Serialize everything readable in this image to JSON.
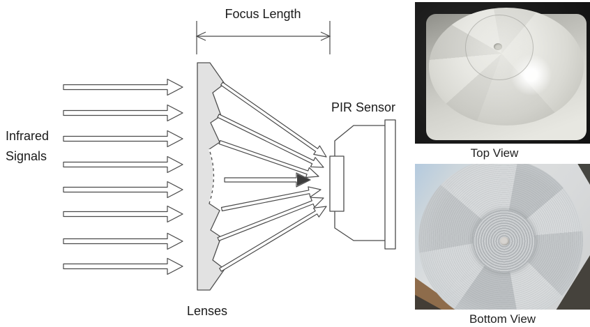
{
  "diagram": {
    "focus_length_label": "Focus Length",
    "infrared_lines": [
      "Infrared",
      "Signals"
    ],
    "pir_sensor_label": "PIR Sensor",
    "lenses_label": "Lenses",
    "incoming_ray_count": 8,
    "focused_ray_count": 7
  },
  "photos": {
    "top_view": {
      "caption": "Top View"
    },
    "bottom_view": {
      "caption": "Bottom View"
    }
  },
  "colors": {
    "background": "#ffffff",
    "line": "#4a4a4a",
    "lens_fill": "#e2e2e2",
    "top_photo_background": "#1a1a1a",
    "dome_plastic": "#e7e7e2",
    "bottom_photo_tint": "#d8dadb",
    "ring_gray": "#adb1b4",
    "corner_brown": "#8e6c4b"
  }
}
